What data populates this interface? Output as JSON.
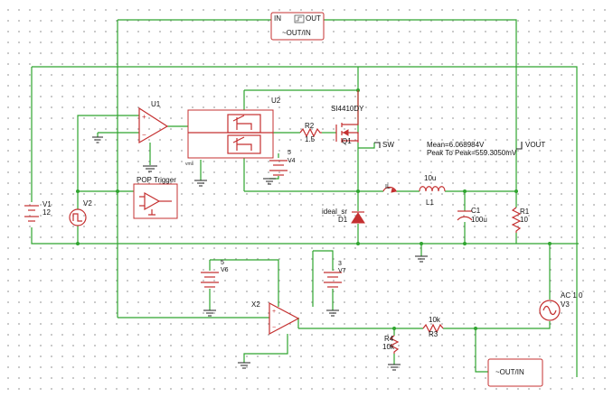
{
  "probe": {
    "in_label": "IN",
    "out_label": "OUT",
    "top_name": "~OUT/IN",
    "bottom_name": "~OUT/IN"
  },
  "components": {
    "u1": "U1",
    "u2": "U2",
    "u2_pin": "vms",
    "q1_part": "SI4410DY",
    "q1": "Q1",
    "r2": "R2",
    "r2_val": "1.5",
    "v4_val": "5",
    "v4": "V4",
    "sw": "SW",
    "v1": "V1",
    "v1_val": "12",
    "v2": "V2",
    "pop": "POP Trigger",
    "il": "IL",
    "l1_val": "10u",
    "l1": "L1",
    "c1": "C1",
    "c1_val": "100u",
    "r1": "R1",
    "r1_val": "10",
    "d1_part": "ideal_sr",
    "d1": "D1",
    "v6_val": "5",
    "v6": "V6",
    "v7_val": "3",
    "v7": "V7",
    "x2": "X2",
    "r3_val": "10k",
    "r3": "R3",
    "r4": "R4",
    "r4_val": "10k",
    "v3": "AC 1 0",
    "v3_name": "V3",
    "vout": "VOUT"
  },
  "measurement": {
    "mean": "Mean=6.068984V",
    "peak": "Peak To Peak=559.3050mV"
  }
}
